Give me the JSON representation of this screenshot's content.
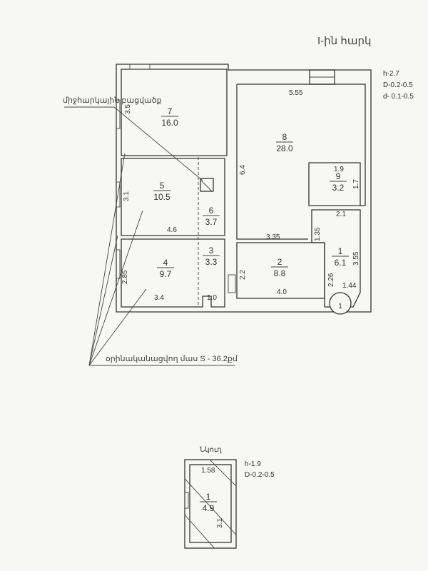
{
  "floor_title": "I-ին հարկ",
  "floor_specs": {
    "h": "h-2.7",
    "D": "D-0.2-0.5",
    "d": "d- 0.1-0.5"
  },
  "callout_interfloor": "միջհարկային բացվածք",
  "callout_illegal": "օրինականացվող մաս S - 36.2քմ",
  "rooms": [
    {
      "number": "7",
      "area": "16.0"
    },
    {
      "number": "8",
      "area": "28.0"
    },
    {
      "number": "9",
      "area": "3.2"
    },
    {
      "number": "5",
      "area": "10.5"
    },
    {
      "number": "6",
      "area": "3.7"
    },
    {
      "number": "3",
      "area": "3.3"
    },
    {
      "number": "4",
      "area": "9.7"
    },
    {
      "number": "2",
      "area": "8.8"
    },
    {
      "number": "1",
      "area": "6.1"
    }
  ],
  "dimensions": [
    "5.55",
    "3.5",
    "6.4",
    "1.9",
    "1.7",
    "3.1",
    "2.1",
    "4.6",
    "3.35",
    "1.35",
    "3.55",
    "2.85",
    "2.2",
    "2.26",
    "3.4",
    "1.0",
    "4.0",
    "1.44"
  ],
  "entrance_marker": "1",
  "basement": {
    "title": "Նկուղ",
    "specs": {
      "h": "h-1.9",
      "D": "D-0.2-0.5"
    },
    "room": {
      "number": "1",
      "area": "4.9"
    },
    "dimensions": [
      "1.58",
      "3.1"
    ]
  }
}
